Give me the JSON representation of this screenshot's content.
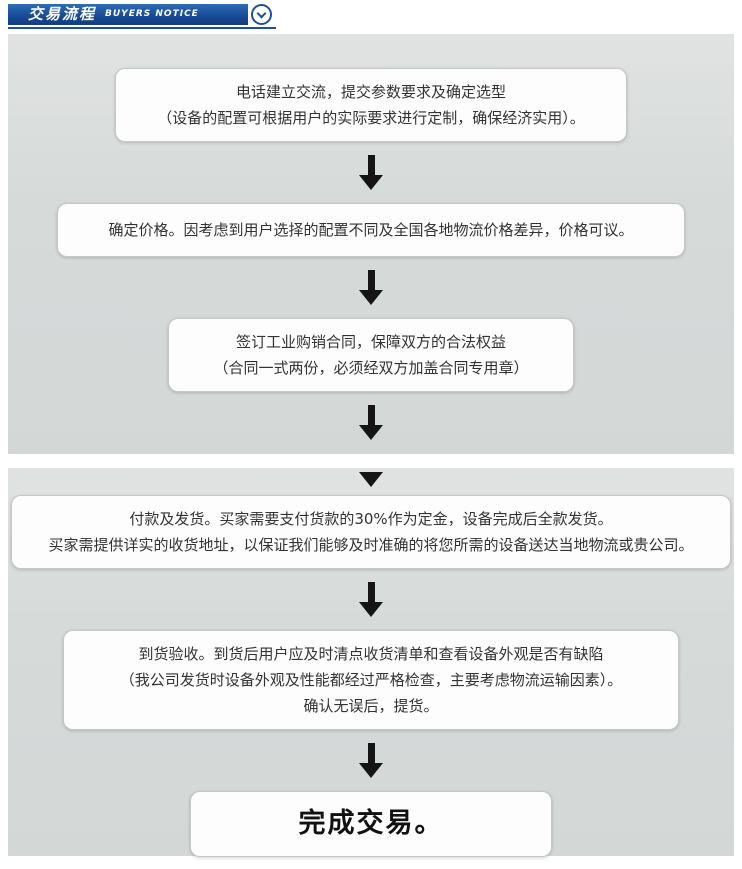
{
  "header": {
    "title_cn": "交易流程",
    "title_en": "BUYERS NOTICE",
    "icon": "chevron-down-icon"
  },
  "colors": {
    "header_blue": "#1c4f9e",
    "panel_gray": "#d6dad9",
    "arrow_black": "#151515",
    "box_border": "#c6c8c7"
  },
  "flow": {
    "steps": [
      {
        "name": "contact",
        "lines": [
          "电话建立交流，提交参数要求及确定选型",
          "（设备的配置可根据用户的实际要求进行定制，确保经济实用）。"
        ]
      },
      {
        "name": "price",
        "lines": [
          "确定价格。因考虑到用户选择的配置不同及全国各地物流价格差异，价格可议。"
        ]
      },
      {
        "name": "contract",
        "lines": [
          "签订工业购销合同，保障双方的合法权益",
          "（合同一式两份，必须经双方加盖合同专用章）"
        ]
      },
      {
        "name": "payment-shipping",
        "lines": [
          "付款及发货。买家需要支付货款的30%作为定金，设备完成后全款发货。",
          "买家需提供详实的收货地址，以保证我们能够及时准确的将您所需的设备送达当地物流或贵公司。"
        ]
      },
      {
        "name": "inspection",
        "lines": [
          "到货验收。到货后用户应及时清点收货清单和查看设备外观是否有缺陷",
          "（我公司发货时设备外观及性能都经过严格检查，主要考虑物流运输因素）。",
          "确认无误后，提货。"
        ]
      },
      {
        "name": "complete",
        "lines": [
          "完成交易。"
        ]
      }
    ]
  }
}
